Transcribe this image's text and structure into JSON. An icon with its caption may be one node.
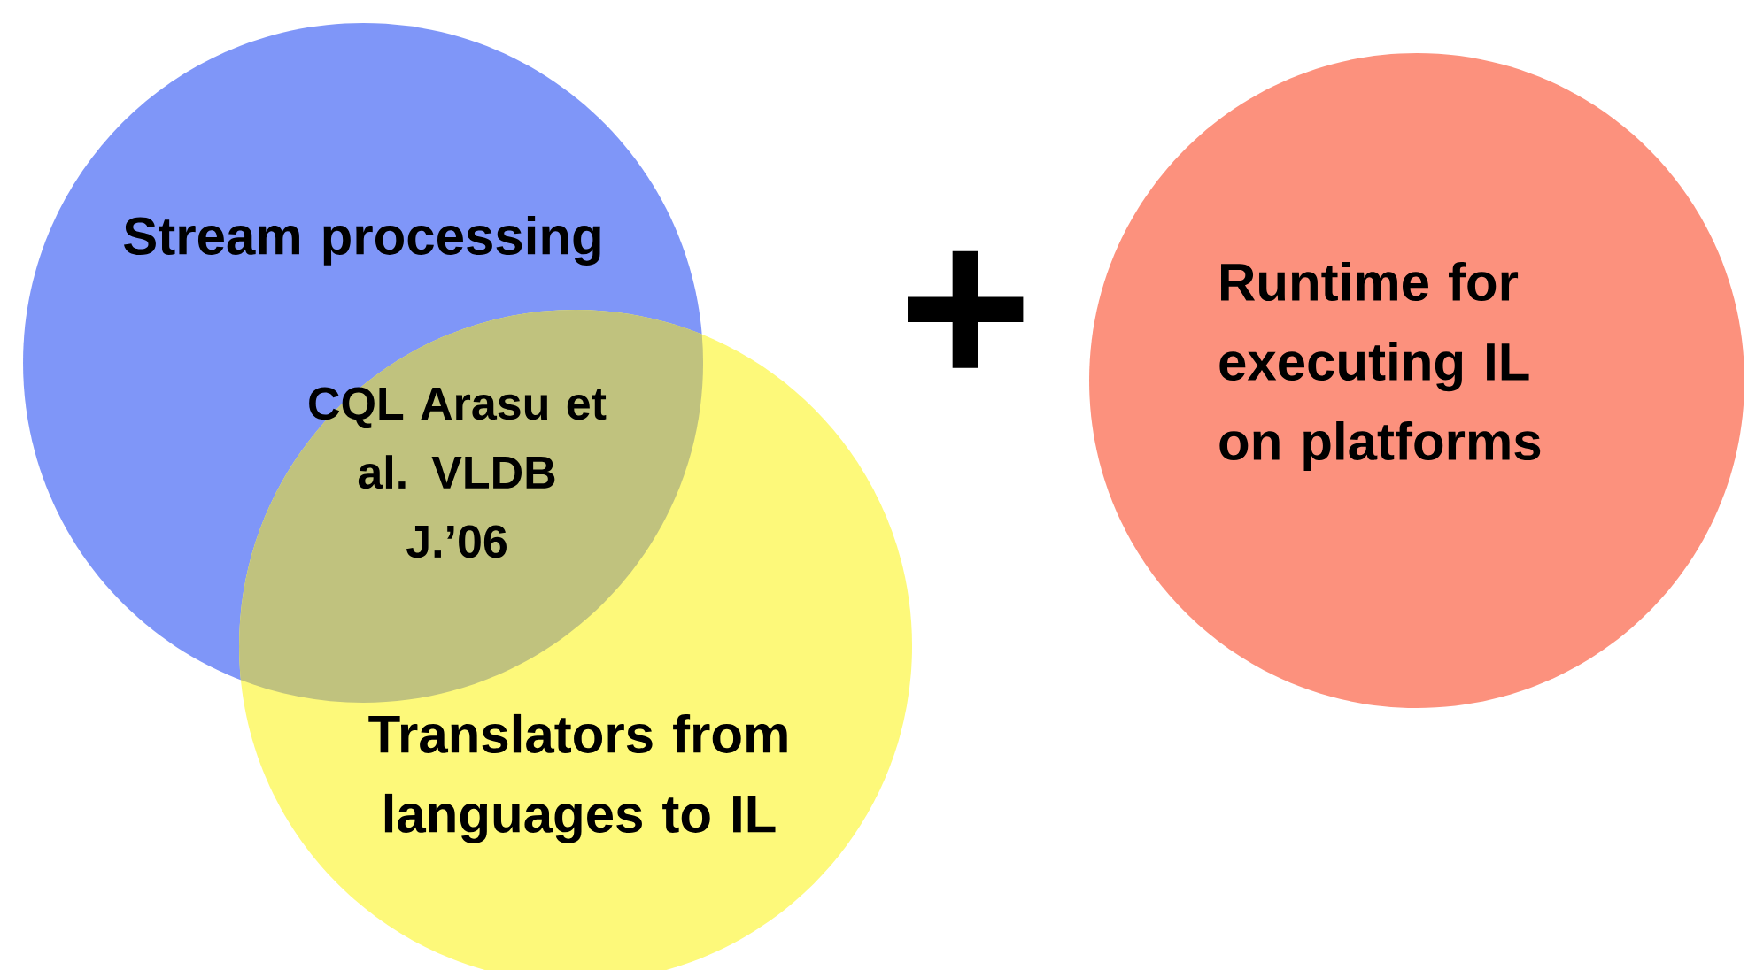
{
  "diagram": {
    "nodes": [
      {
        "text": [
          "Stream processing"
        ]
      },
      {
        "text": [
          "Translators from languages to IL"
        ]
      },
      {
        "text": [
          "Runtime for executing IL on platforms"
        ]
      }
    ],
    "edges": [],
    "labels": [
      "CQL Arasu et al. VLDB J.’06",
      "+"
    ]
  }
}
